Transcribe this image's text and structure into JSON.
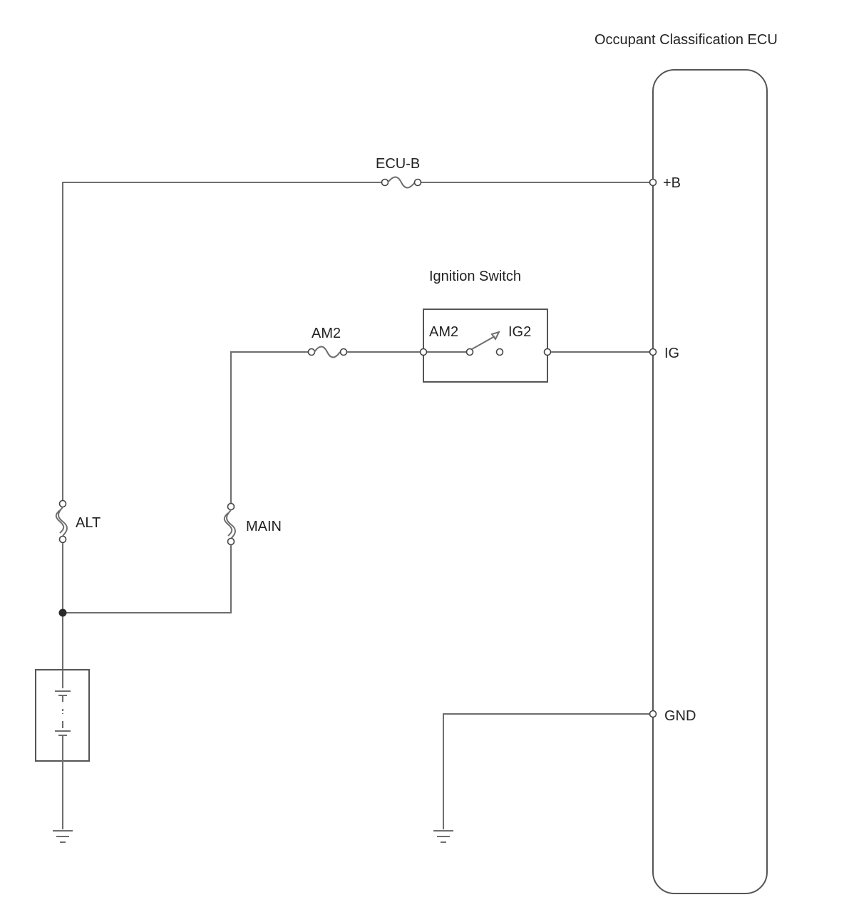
{
  "ecu": {
    "title": "Occupant Classification ECU",
    "pins": {
      "b": "+B",
      "ig": "IG",
      "gnd": "GND"
    }
  },
  "fuses": {
    "ecu_b": "ECU-B",
    "am2": "AM2",
    "alt": "ALT",
    "main": "MAIN"
  },
  "ignition_switch": {
    "title": "Ignition Switch",
    "am2": "AM2",
    "ig2": "IG2"
  },
  "colors": {
    "wire": "#6e6e6e",
    "box": "#555555",
    "text": "#222222"
  }
}
